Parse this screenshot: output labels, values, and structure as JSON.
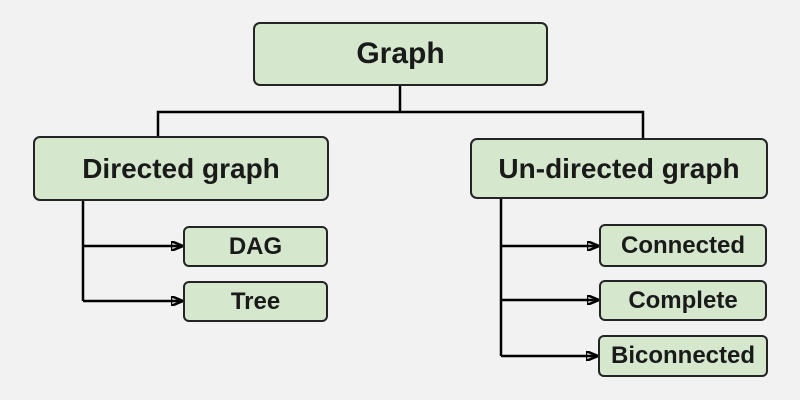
{
  "diagram": {
    "type": "tree-hierarchy",
    "nodes": {
      "root": {
        "label": "Graph"
      },
      "directed": {
        "label": "Directed graph"
      },
      "undirected": {
        "label": "Un-directed graph"
      },
      "dag": {
        "label": "DAG"
      },
      "tree": {
        "label": "Tree"
      },
      "connected": {
        "label": "Connected"
      },
      "complete": {
        "label": "Complete"
      },
      "biconnected": {
        "label": "Biconnected"
      }
    },
    "edges": [
      {
        "from": "Graph",
        "to": "Directed graph",
        "style": "line"
      },
      {
        "from": "Graph",
        "to": "Un-directed graph",
        "style": "line"
      },
      {
        "from": "Directed graph",
        "to": "DAG",
        "style": "arrow"
      },
      {
        "from": "Directed graph",
        "to": "Tree",
        "style": "arrow"
      },
      {
        "from": "Un-directed graph",
        "to": "Connected",
        "style": "arrow"
      },
      {
        "from": "Un-directed graph",
        "to": "Complete",
        "style": "arrow"
      },
      {
        "from": "Un-directed graph",
        "to": "Biconnected",
        "style": "arrow"
      }
    ]
  },
  "colors": {
    "background": "#f2f2f2",
    "node_fill": "#d5e8cd",
    "node_border": "#242424",
    "edge": "#000000",
    "text": "#1a1a1a"
  }
}
